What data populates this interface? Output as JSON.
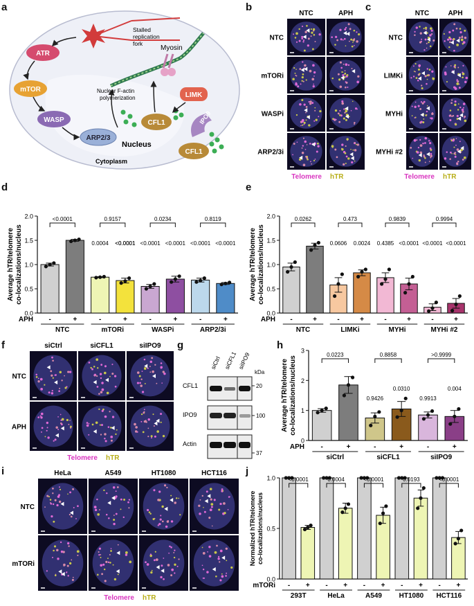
{
  "panels": {
    "a": {
      "letter": "a",
      "nodes": {
        "stalled": "Stalled replication fork",
        "stalled_l1": "Stalled",
        "stalled_l2": "replication",
        "stalled_l3": "fork",
        "atr": "ATR",
        "mtor": "mTOR",
        "wasp": "WASP",
        "arp": "ARP2/3",
        "myosin": "Myosin",
        "factin_l1": "Nuclear F-actin",
        "factin_l2": "polymerization",
        "limk": "LIMK",
        "cfl1": "CFL1",
        "ipo9": "IPO9",
        "cfl1_out": "CFL1",
        "nucleus": "Nucleus",
        "cytoplasm": "Cytoplasm"
      }
    },
    "b": {
      "letter": "b",
      "cols": [
        "NTC",
        "APH"
      ],
      "rows": [
        "NTC",
        "mTORi",
        "WASPi",
        "ARP2/3i"
      ],
      "legend": {
        "telomere": "Telomere",
        "htr": "hTR"
      }
    },
    "c": {
      "letter": "c",
      "cols": [
        "NTC",
        "APH"
      ],
      "rows": [
        "NTC",
        "LIMKi",
        "MYHi",
        "MYHi #2"
      ],
      "legend": {
        "telomere": "Telomere",
        "htr": "hTR"
      }
    },
    "f": {
      "letter": "f",
      "cols": [
        "siCtrl",
        "siCFL1",
        "siIPO9"
      ],
      "rows": [
        "NTC",
        "APH"
      ],
      "legend": {
        "telomere": "Telomere",
        "htr": "hTR"
      }
    },
    "g": {
      "letter": "g",
      "lanes": [
        "siCtrl",
        "siCFL1",
        "siIPO9"
      ],
      "blots": [
        "CFL1",
        "IPO9",
        "Actin"
      ],
      "unit": "kDa",
      "markers": [
        "20",
        "100",
        "37"
      ]
    },
    "i": {
      "letter": "i",
      "cols": [
        "HeLa",
        "A549",
        "HT1080",
        "HCT116"
      ],
      "rows": [
        "NTC",
        "mTORi"
      ],
      "legend": {
        "telomere": "Telomere",
        "htr": "hTR"
      }
    }
  },
  "chart_data": [
    {
      "panel": "d",
      "type": "bar",
      "ylabel_l1": "Average hTR/telomere",
      "ylabel_l2": "co-localizations/nucleus",
      "ylim": [
        0,
        2.0
      ],
      "yticks": [
        "0.0",
        "0.5",
        "1.0",
        "1.5",
        "2.0"
      ],
      "treatment_label": "APH",
      "treatment_marks": [
        "-",
        "+",
        "-",
        "+",
        "-",
        "+",
        "-",
        "+"
      ],
      "groups": [
        "NTC",
        "mTORi",
        "WASPi",
        "ARP2/3i"
      ],
      "values": [
        1.0,
        1.5,
        0.74,
        0.67,
        0.55,
        0.7,
        0.68,
        0.61
      ],
      "errors": [
        0.03,
        0.02,
        0.01,
        0.05,
        0.04,
        0.06,
        0.04,
        0.02
      ],
      "points": [
        [
          0.96,
          1.0,
          1.03
        ],
        [
          1.48,
          1.5,
          1.52
        ],
        [
          0.73,
          0.74,
          0.75
        ],
        [
          0.62,
          0.66,
          0.72
        ],
        [
          0.5,
          0.55,
          0.6
        ],
        [
          0.64,
          0.7,
          0.76
        ],
        [
          0.64,
          0.67,
          0.72
        ],
        [
          0.59,
          0.61,
          0.63
        ]
      ],
      "colors": [
        "#d0d0d0",
        "#7d7d7d",
        "#eef5b4",
        "#f3e23c",
        "#c9a7d1",
        "#8e4fa1",
        "#bcd8ec",
        "#4f8cc8"
      ],
      "brackets": [
        "<0.0001",
        "0.9157",
        "0.0234",
        "0.8119"
      ],
      "vs_control": [
        "0.0004",
        "<0.0001",
        "<0.0001",
        "<0.0001",
        "<0.0001",
        "<0.0001",
        "<0.0001"
      ]
    },
    {
      "panel": "e",
      "type": "bar",
      "ylabel_l1": "Average hTR/telomere",
      "ylabel_l2": "co-localizations/nucleus",
      "ylim": [
        0,
        2.0
      ],
      "yticks": [
        "0.0",
        "0.5",
        "1.0",
        "1.5",
        "2.0"
      ],
      "treatment_label": "APH",
      "treatment_marks": [
        "-",
        "+",
        "-",
        "+",
        "-",
        "+",
        "-",
        "+"
      ],
      "groups": [
        "NTC",
        "LIMKi",
        "MYHi",
        "MYHi #2"
      ],
      "values": [
        0.95,
        1.38,
        0.58,
        0.83,
        0.73,
        0.6,
        0.12,
        0.2
      ],
      "errors": [
        0.08,
        0.06,
        0.15,
        0.06,
        0.1,
        0.12,
        0.07,
        0.1
      ],
      "points": [
        [
          0.85,
          0.95,
          1.05
        ],
        [
          1.3,
          1.4,
          1.45
        ],
        [
          0.35,
          0.6,
          0.8
        ],
        [
          0.75,
          0.85,
          0.9
        ],
        [
          0.6,
          0.7,
          0.9
        ],
        [
          0.42,
          0.6,
          0.75
        ],
        [
          0.04,
          0.1,
          0.22
        ],
        [
          0.05,
          0.18,
          0.35
        ]
      ],
      "colors": [
        "#d0d0d0",
        "#7d7d7d",
        "#f7c8a0",
        "#d58a46",
        "#f2b8d4",
        "#c45f94",
        "#f2b8d4",
        "#a8346c"
      ],
      "brackets": [
        "0.0262",
        "0.473",
        "0.9839",
        "0.9994"
      ],
      "vs_control": [
        "0.0606",
        "0.0024",
        "0.4385",
        "<0.0001",
        "<0.0001",
        "<0.0001"
      ]
    },
    {
      "panel": "h",
      "type": "bar",
      "ylabel_l1": "Average hTR/telomere",
      "ylabel_l2": "co-localizations/nucleus",
      "ylim": [
        0,
        3
      ],
      "yticks": [
        "0",
        "1",
        "2",
        "3"
      ],
      "treatment_label": "APH",
      "treatment_marks": [
        "-",
        "+",
        "-",
        "+",
        "-",
        "+"
      ],
      "groups": [
        "siCtrl",
        "siCFL1",
        "siIPO9"
      ],
      "values": [
        1.0,
        1.85,
        0.75,
        1.05,
        0.85,
        0.8
      ],
      "errors": [
        0.06,
        0.28,
        0.17,
        0.25,
        0.1,
        0.2
      ],
      "points": [
        [
          0.93,
          1.0,
          1.07
        ],
        [
          1.5,
          1.85,
          2.1
        ],
        [
          0.5,
          0.8,
          0.95
        ],
        [
          0.78,
          1.0,
          1.4
        ],
        [
          0.72,
          0.85,
          0.98
        ],
        [
          0.55,
          0.8,
          1.05
        ]
      ],
      "colors": [
        "#d0d0d0",
        "#7d7d7d",
        "#cfc68a",
        "#8a5a1c",
        "#d9b6dc",
        "#8a3f87"
      ],
      "brackets": [
        "0.0223",
        "0.8858",
        ">0.9999"
      ],
      "vs_control": [
        "0.9426",
        "0.0310",
        "0.9913",
        "0.004"
      ]
    },
    {
      "panel": "j",
      "type": "bar",
      "ylabel_l1": "Normalized hTR/telomere",
      "ylabel_l2": "co-localizations/nucleus",
      "ylim": [
        0,
        1.0
      ],
      "yticks": [
        "0.0",
        "0.5",
        "1.0"
      ],
      "treatment_label": "mTORi",
      "treatment_marks": [
        "-",
        "+",
        "-",
        "+",
        "-",
        "+",
        "-",
        "+",
        "-",
        "+"
      ],
      "groups": [
        "293T",
        "HeLa",
        "A549",
        "HT1080",
        "HCT116"
      ],
      "values": [
        1.0,
        0.51,
        1.0,
        0.7,
        1.0,
        0.63,
        1.0,
        0.8,
        1.0,
        0.41
      ],
      "errors": [
        0,
        0.02,
        0,
        0.05,
        0,
        0.08,
        0,
        0.08,
        0,
        0.06
      ],
      "points": [
        [
          1,
          1,
          1
        ],
        [
          0.49,
          0.51,
          0.53
        ],
        [
          1,
          1,
          1
        ],
        [
          0.66,
          0.7,
          0.74
        ],
        [
          1,
          1,
          1
        ],
        [
          0.55,
          0.65,
          0.72
        ],
        [
          1,
          1,
          1
        ],
        [
          0.7,
          0.8,
          0.9
        ],
        [
          1,
          1,
          1
        ],
        [
          0.35,
          0.4,
          0.48
        ]
      ],
      "colors": [
        "#d0d0d0",
        "#eef5b4",
        "#d0d0d0",
        "#eef5b4",
        "#d0d0d0",
        "#eef5b4",
        "#d0d0d0",
        "#eef5b4",
        "#d0d0d0",
        "#eef5b4"
      ],
      "brackets": [
        "<0.0001",
        "0.0004",
        "<0.0001",
        "0.0193",
        "<0.0001"
      ]
    }
  ]
}
